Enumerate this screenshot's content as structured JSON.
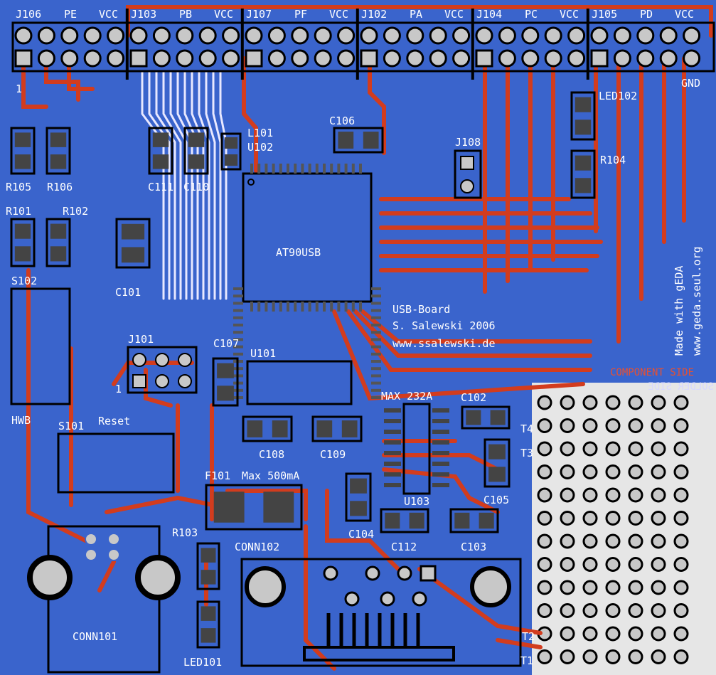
{
  "board": {
    "colors": {
      "background": "#3a64cc",
      "trace": "#d23c1e",
      "pad": "#c8c8c8",
      "silkscreen": "#ffffff",
      "outline": "#000000",
      "protoArea": "#e6e6e6"
    }
  },
  "headers": [
    {
      "ref": "J106",
      "port": "PE",
      "vcc": "VCC"
    },
    {
      "ref": "J103",
      "port": "PB",
      "vcc": "VCC"
    },
    {
      "ref": "J107",
      "port": "PF",
      "vcc": "VCC"
    },
    {
      "ref": "J102",
      "port": "PA",
      "vcc": "VCC"
    },
    {
      "ref": "J104",
      "port": "PC",
      "vcc": "VCC"
    },
    {
      "ref": "J105",
      "port": "PD",
      "vcc": "VCC"
    }
  ],
  "pin_one_label": "1",
  "gnd_label": "GND",
  "components": {
    "led102": "LED102",
    "r104": "R104",
    "r105": "R105",
    "r106": "R106",
    "r101": "R101",
    "r102": "R102",
    "c111": "C111",
    "c110": "C110",
    "l101": "L101",
    "u102": "U102",
    "c106": "C106",
    "j108": "J108",
    "c101": "C101",
    "s102": "S102",
    "mcu": "AT90USB",
    "hwb": "HWB",
    "j101": "J101",
    "j101_pin": "1",
    "c107": "C107",
    "u101": "U101",
    "max232": "MAX 232A",
    "c102": "C102",
    "t4": "T4",
    "t3": "T3",
    "s101": "S101",
    "reset": "Reset",
    "c108": "C108",
    "c109": "C109",
    "f101": "F101",
    "fuse_note": "Max 500mA",
    "u103": "U103",
    "c105": "C105",
    "r103": "R103",
    "c104": "C104",
    "c112": "C112",
    "c103": "C103",
    "conn102": "CONN102",
    "conn101": "CONN101",
    "led101": "LED101",
    "t2": "T2",
    "t1": "T1"
  },
  "credits": {
    "line1": "USB-Board",
    "line2": "S. Salewski 2006",
    "line3": "www.ssalewski.de",
    "vertical": "Made with gEDA",
    "vertical2": "www.geda.seul.org"
  },
  "sides": {
    "component": "COMPONENT SIDE",
    "solder": "SOLDER SIDE"
  }
}
